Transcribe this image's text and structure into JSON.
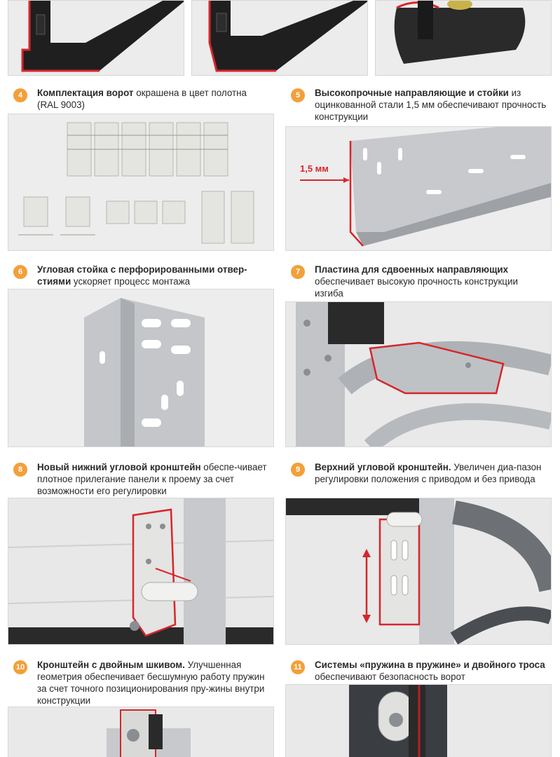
{
  "cards": [
    {
      "num": "4",
      "bold": "Комплектация ворот",
      "rest": " окрашена в цвет полотна (RAL 9003)"
    },
    {
      "num": "5",
      "bold": "Высокопрочные направляющие и стойки",
      "rest": " из оцинкованной стали 1,5 мм обеспечивают прочность конструкции",
      "dimension_label": "1,5 мм"
    },
    {
      "num": "6",
      "bold": "Угловая стойка с перфорированными отвер-стиями",
      "rest": " ускоряет процесс монтажа"
    },
    {
      "num": "7",
      "bold": "Пластина для сдвоенных направляющих",
      "rest": " обеспечивает высокую прочность конструкции изгиба"
    },
    {
      "num": "8",
      "bold": "Новый нижний угловой кронштейн",
      "rest": " обеспе-чивает плотное прилегание панели к проему за счет возможности его регулировки"
    },
    {
      "num": "9",
      "bold": "Верхний угловой кронштейн.",
      "rest": " Увеличен диа-пазон регулировки положения с приводом и без привода"
    },
    {
      "num": "10",
      "bold": "Кронштейн с двойным шкивом.",
      "rest": " Улучшенная геометрия обеспечивает бесшумную работу пружин за счет точного позиционирования пру-жины внутри конструкции"
    },
    {
      "num": "11",
      "bold": "Системы «пружина в пружине» и двойного троса",
      "rest": " обеспечивают безопасность ворот"
    }
  ],
  "colors": {
    "accent": "#f2a03a",
    "highlight": "#d7262b",
    "panel": "#ededed"
  }
}
